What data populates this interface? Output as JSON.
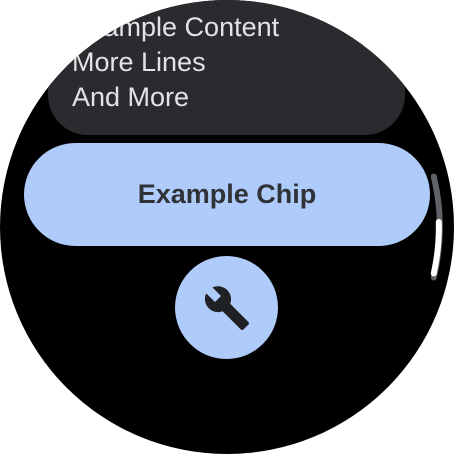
{
  "card": {
    "lines": [
      "Example Content",
      "More Lines",
      "And More"
    ]
  },
  "chip": {
    "label": "Example Chip"
  },
  "icon_button": {
    "icon": "wrench-icon",
    "color": "#202124"
  },
  "colors": {
    "background": "#000000",
    "card": "#2a2b2e",
    "accent": "#aecbfa",
    "scroll_thumb": "#ffffff",
    "scroll_track": "#5f6368"
  }
}
